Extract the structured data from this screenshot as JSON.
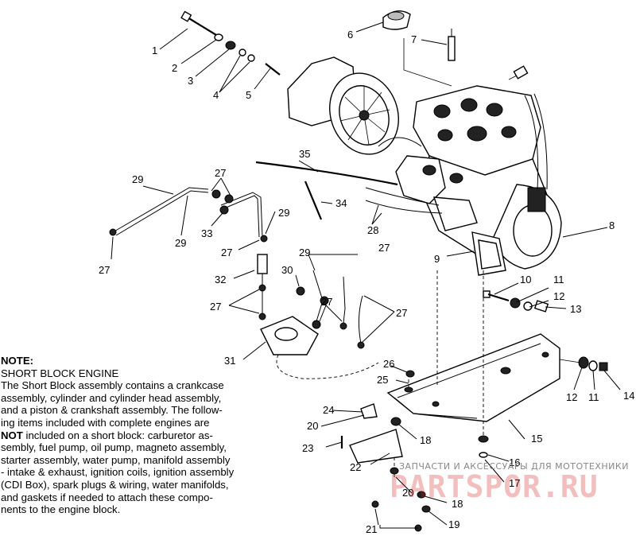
{
  "callouts": [
    {
      "id": "1",
      "text": "1"
    },
    {
      "id": "2",
      "text": "2"
    },
    {
      "id": "3",
      "text": "3"
    },
    {
      "id": "4",
      "text": "4"
    },
    {
      "id": "5",
      "text": "5"
    },
    {
      "id": "6",
      "text": "6"
    },
    {
      "id": "7",
      "text": "7"
    },
    {
      "id": "8",
      "text": "8"
    },
    {
      "id": "9",
      "text": "9"
    },
    {
      "id": "10",
      "text": "10"
    },
    {
      "id": "11",
      "text": "11"
    },
    {
      "id": "12",
      "text": "12"
    },
    {
      "id": "13",
      "text": "13"
    },
    {
      "id": "14",
      "text": "14"
    },
    {
      "id": "15",
      "text": "15"
    },
    {
      "id": "16",
      "text": "16"
    },
    {
      "id": "17",
      "text": "17"
    },
    {
      "id": "18",
      "text": "18"
    },
    {
      "id": "19",
      "text": "19"
    },
    {
      "id": "20",
      "text": "20"
    },
    {
      "id": "21",
      "text": "21"
    },
    {
      "id": "22",
      "text": "22"
    },
    {
      "id": "23",
      "text": "23"
    },
    {
      "id": "24",
      "text": "24"
    },
    {
      "id": "25",
      "text": "25"
    },
    {
      "id": "26",
      "text": "26"
    },
    {
      "id": "27",
      "text": "27"
    },
    {
      "id": "28",
      "text": "28"
    },
    {
      "id": "29",
      "text": "29"
    },
    {
      "id": "30",
      "text": "30"
    },
    {
      "id": "31",
      "text": "31"
    },
    {
      "id": "32",
      "text": "32"
    },
    {
      "id": "33",
      "text": "33"
    },
    {
      "id": "34",
      "text": "34"
    },
    {
      "id": "35",
      "text": "35"
    }
  ],
  "note": {
    "title": "NOTE:",
    "subtitle": "SHORT BLOCK ENGINE",
    "line1": "The Short Block assembly contains a crankcase",
    "line2": "assembly, cylinder and cylinder head assembly,",
    "line3": "and a piston & crankshaft assembly.  The follow-",
    "line4": "ing items included with complete engines are",
    "not_word": "NOT",
    "line5_rest": " included on a short block:  carburetor as-",
    "line6": "sembly, fuel pump, oil pump, magneto assembly,",
    "line7": "starter assembly, water pump, manifold assembly",
    "line8": "- intake & exhaust, ignition coils, ignition assembly",
    "line9": "(CDI Box), spark plugs & wiring, water manifolds,",
    "line10": "and gaskets if needed to attach these compo-",
    "line11": "nents to the engine block."
  },
  "watermark": {
    "tagline": "ЗАПЧАСТИ И АКСЕССУАРЫ ДЛЯ МОТОТЕХНИКИ",
    "logo": "PARTSPOR.RU",
    "color": "#d01414"
  }
}
